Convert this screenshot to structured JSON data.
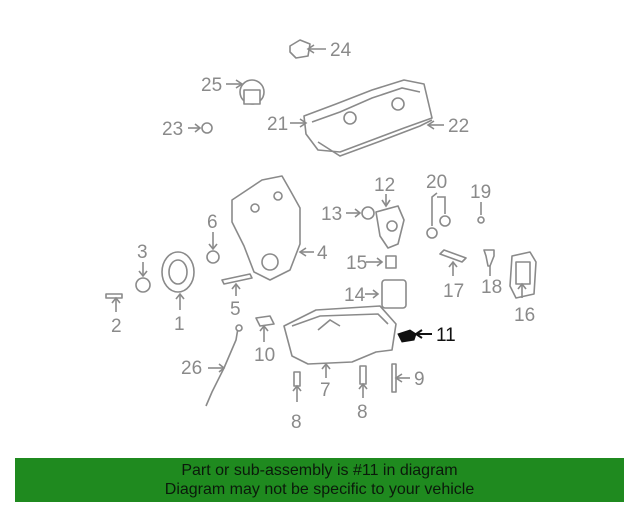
{
  "callouts": [
    "24",
    "25",
    "21",
    "22",
    "23",
    "12",
    "20",
    "19",
    "6",
    "13",
    "3",
    "4",
    "15",
    "17",
    "18",
    "16",
    "14",
    "2",
    "1",
    "5",
    "11",
    "10",
    "26",
    "7",
    "9",
    "8",
    "8"
  ],
  "highlighted_part": "11",
  "banner": {
    "line1": "Part or sub-assembly is #11 in diagram",
    "line2": "Diagram may not be specific to your vehicle"
  },
  "colors": {
    "banner_bg": "#1f8a1f",
    "line_art": "#8a8a8a",
    "highlight": "#111111"
  }
}
